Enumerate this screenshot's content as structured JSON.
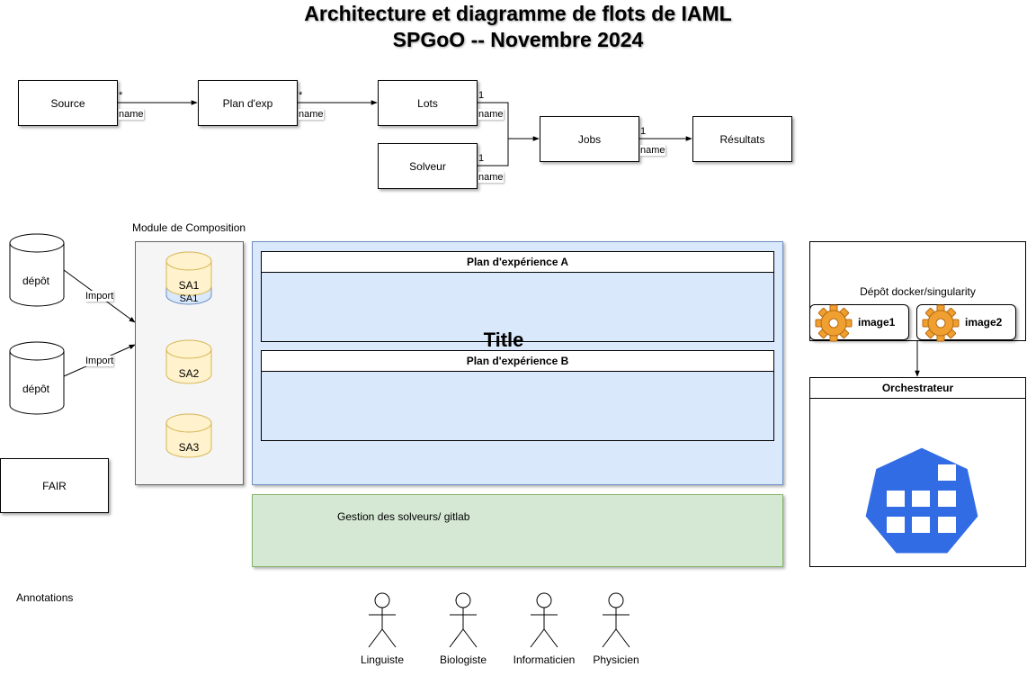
{
  "header": {
    "title_line1": "Architecture et diagramme de flots de IAML",
    "title_line2": "SPGoO -- Novembre 2024"
  },
  "flow": {
    "source": "Source",
    "plan_exp": "Plan d'exp",
    "lots": "Lots",
    "solveur": "Solveur",
    "jobs": "Jobs",
    "resultats": "Résultats",
    "mult_star": "*",
    "mult_one": "1",
    "edge_name": "name"
  },
  "repos": {
    "depot_label": "dépôt",
    "import_label": "Import",
    "fair": "FAIR"
  },
  "composition": {
    "title": "Module de Composition",
    "sa1": "SA1",
    "sa1_back": "SA1",
    "sa2": "SA2",
    "sa3": "SA3"
  },
  "pool": {
    "title": "Title",
    "lane_a": "Plan d'expérience A",
    "lane_b": "Plan d'expérience B"
  },
  "solvers": {
    "label": "Gestion des solveurs/ gitlab"
  },
  "docker": {
    "label": "Dépôt docker/singularity",
    "image1": "image1",
    "image2": "image2"
  },
  "orchestrateur": {
    "title": "Orchestrateur"
  },
  "annotations": {
    "label": "Annotations"
  },
  "actors": [
    {
      "name": "Linguiste"
    },
    {
      "name": "Biologiste"
    },
    {
      "name": "Informaticien"
    },
    {
      "name": "Physicien"
    }
  ],
  "colors": {
    "pool_fill": "#dae8fc",
    "pool_border": "#6c8ebf",
    "solver_fill": "#d5e8d4",
    "solver_border": "#82b366",
    "module_fill": "#f5f5f5",
    "module_border": "#666666",
    "sa_fill": "#fff2cc",
    "sa_border": "#d6b656",
    "k8s_blue": "#326ce5"
  }
}
